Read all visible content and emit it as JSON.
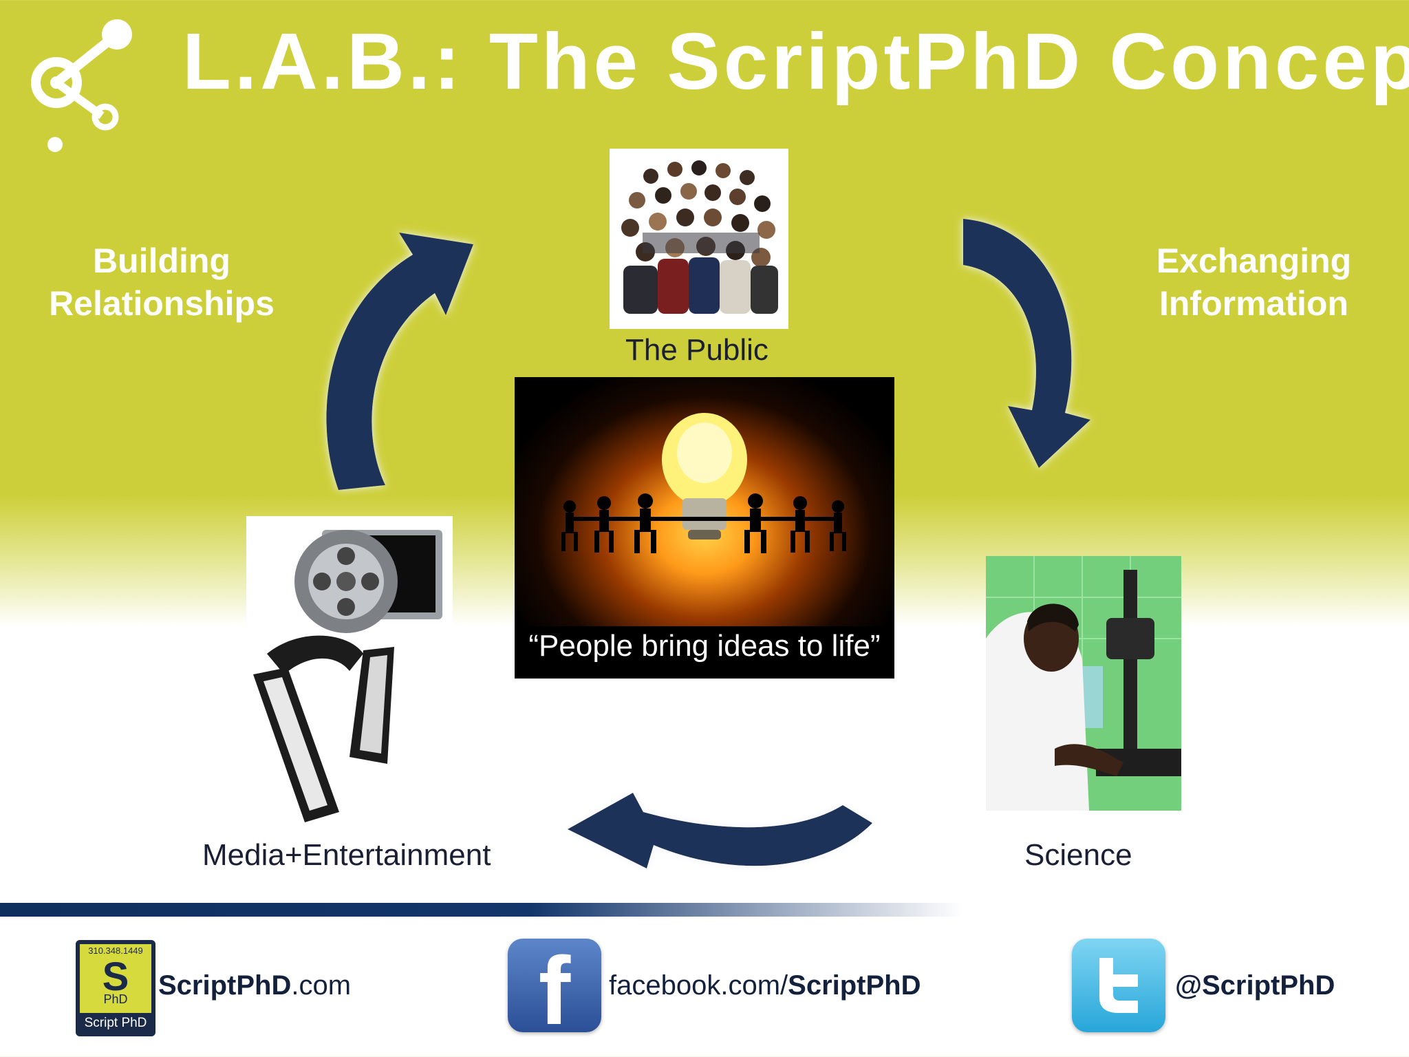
{
  "title": "L.A.B.: The ScriptPhD Concept",
  "labels": {
    "building_line1": "Building",
    "building_line2": "Relationships",
    "exchanging_line1": "Exchanging",
    "exchanging_line2": "Information"
  },
  "nodes": {
    "public": "The Public",
    "media": "Media+Entertainment",
    "science": "Science"
  },
  "center_caption": "“People bring ideas to life”",
  "footer": {
    "site_prefix": "ScriptPhD",
    "site_suffix": ".com",
    "facebook_prefix": "facebook.com/",
    "facebook_name": "ScriptPhD",
    "twitter": "@ScriptPhD",
    "logo_phone": "310.348.1449",
    "logo_symbol": "S",
    "logo_sub": "PhD",
    "logo_name": "Script PhD"
  },
  "colors": {
    "background": "#cdcf3a",
    "arrow": "#1b3158",
    "text_dark": "#14213d"
  }
}
